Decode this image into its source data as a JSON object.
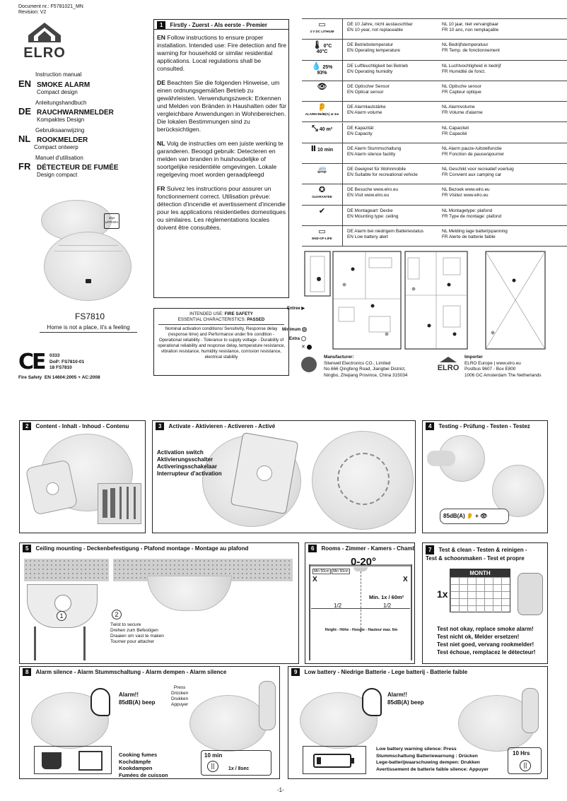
{
  "doc": {
    "docnr": "Document nr.: F5781021_MN",
    "revision": "Revision: V2"
  },
  "brand": "ELRO",
  "langs": [
    {
      "code": "EN",
      "manual": "Instruction manual",
      "name": "SMOKE ALARM",
      "design": "Compact design"
    },
    {
      "code": "DE",
      "manual": "Anleitungshandbuch",
      "name": "RAUCHWARNMELDER",
      "design": "Kompaktes Design"
    },
    {
      "code": "NL",
      "manual": "Gebruiksaanwijzing",
      "name": "ROOKMELDER",
      "design": "Compact ontwerp"
    },
    {
      "code": "FR",
      "manual": "Manuel d'utilisation",
      "name": "DÉTECTEUR DE FUMÉE",
      "design": "Design compact"
    }
  ],
  "product": {
    "model": "FS7810",
    "tagline": "Home is not a place, it's a feeling",
    "battery_badge": "10yr LIPPARA"
  },
  "ce": {
    "mark": "CE",
    "nb": "0333",
    "dop": "DoP: FS7810-01",
    "year_model": "18     FS7810",
    "fire_safety": "Fire Safety",
    "standard": "EN 14604:2005 + AC:2008"
  },
  "sec1": {
    "num": "1",
    "title": "Firstly - Zuerst - Als eerste - Premier",
    "paras": [
      {
        "lang": "EN",
        "text": "Follow instructions to ensure proper installation. Intended use: Fire detection and fire warning for household or similar residential applications. Local regulations shall be consulted."
      },
      {
        "lang": "DE",
        "text": "Beachten Sie die folgenden Hinweise, um einen ordnungsgemäßen Betrieb zu gewährleisten. Verwendungszweck: Erkennen und Melden von Bränden in Haushalten oder für vergleichbare Anwendungen in Wohnbereichen. Die lokalen Bestimmungen sind zu berücksichtigen."
      },
      {
        "lang": "NL",
        "text": "Volg de instructies om een juiste werking te garanderen. Beoogd gebruik: Detecteren en melden van branden in huishoudelijke of soortgelijke residentiële omgevingen. Lokale regelgeving moet worden geraadpleegd"
      },
      {
        "lang": "FR",
        "text": "Suivez les instructions pour assurer un fonctionnement correct. Utilisation prévue: détection d'incendie et avertissement d'incendie pour les applications résidentielles domestiques ou similaires. Les réglementations locales doivent être consultées."
      }
    ]
  },
  "intended": {
    "line1_label": "INTENDED USE: ",
    "line1_value": "FIRE SAFETY",
    "line2_label": "ESSENTIAL CHARACTERISTICS: ",
    "line2_value": "PASSED",
    "body": "Nominal activation conditions/ Sensitivity, Response delay (response time) and Performance under fire condition - Operational reliability - Tolerance to supply voltage - Durability of operational reliability and response delay, temperature resistance, vibration resistance, humidity resistance, corrosion resistance, electrical stability"
  },
  "specs": [
    {
      "icon": "battery-icon",
      "label": "3 V DC LITHIUM",
      "val": "",
      "de": "DE 10 Jahre, nicht austauschbar",
      "en": "EN 10 year, not replaceable",
      "nl": "NL  10 jaar, niet vervangbaar",
      "fr": "FR 10 ans, non remplaçable"
    },
    {
      "icon": "thermometer-icon",
      "label": "",
      "val": "0°C",
      "val2": "40°C",
      "de": "DE Betriebstemperatur",
      "en": "EN Operating temperature",
      "nl": "NL  Bedrijfstemperatuur",
      "fr": "FR Temp. de fonctionnement"
    },
    {
      "icon": "humidity-icon",
      "label": "",
      "val": "25%",
      "val2": "93%",
      "de": "DE Luftfeuchtigkeit bei Betrieb",
      "en": "EN Operating humidity",
      "nl": "NL  Luchtvochtigheid in bedrijf",
      "fr": "FR Humidité de fonct."
    },
    {
      "icon": "eye-icon",
      "label": "",
      "val": "",
      "de": "DE Optischer Sensor",
      "en": "EN Optical sensor",
      "nl": "NL  Optische sensor",
      "fr": "FR Capteur optique"
    },
    {
      "icon": "ear-icon",
      "label": "ALARM 85dB(A) at 3m",
      "val": "",
      "de": "DE Alarmlautstärke",
      "en": "EN Alarm volume",
      "nl": "NL  Alarmvolume",
      "fr": "FR Volume d'alarme"
    },
    {
      "icon": "area-icon",
      "label": "",
      "val": "40 m²",
      "de": "DE Kapazität",
      "en": "EN Capacity",
      "nl": "NL  Capaciteit",
      "fr": "FR Capacité"
    },
    {
      "icon": "pause-icon",
      "label": "",
      "val": "10 min",
      "de": "DE Alarm Stummschaltung",
      "en": "EN Alarm silence facility",
      "nl": "NL  Alarm pauze-/uitstelfunctie",
      "fr": "FR Fonction de pause/ajourner"
    },
    {
      "icon": "camper-icon",
      "label": "",
      "val": "",
      "de": "DE Geeignet für Wohnmobile",
      "en": "EN Suitable for recreational vehicle",
      "nl": "NL  Geschikt voor recreatief voertuig",
      "fr": "FR Convient aux camping car"
    },
    {
      "icon": "guarantee-icon",
      "label": "GUARANTEE",
      "val": "",
      "de": "DE Besuche www.elro.eu",
      "en": "EN Visit www.elro.eu",
      "nl": "NL  Bezoek www.elro.eu",
      "fr": "FR Visitez www.elro.eu"
    },
    {
      "icon": "ceiling-icon",
      "label": "",
      "val": "",
      "de": "DE Montageart: Decke",
      "en": "EN Mounting type: ceiling",
      "nl": "NL  Montagetype: plafond",
      "fr": "FR Type de montage: plafond"
    },
    {
      "icon": "end-of-life-icon",
      "label": "END-OF-LIFE",
      "val": "",
      "de": "DE Alarm bei niedrigem Batteriestatus",
      "en": "EN Low battery alert",
      "nl": "NL  Melding lage batterijspanning",
      "fr": "FR Alerte de batterie faible"
    }
  ],
  "legend": {
    "entree": "Entree",
    "minimum": "Minimum",
    "extra": "Extra"
  },
  "manufacturer": {
    "title": "Manufacturer:",
    "lines": [
      "Siterwell Electronics CO., Limited",
      "No.666 Qingfeng Road, Jiangbei District,",
      "Ningbo, Zhejiang Province, China 315034"
    ]
  },
  "importer": {
    "title": "Importer",
    "lines": [
      "ELRO Europe | www.elro.eu",
      "Postbus 9607 - Box E800",
      "1006 GC Amsterdam The Netherlands"
    ]
  },
  "sec2": {
    "num": "2",
    "title": "Content - Inhalt - Inhoud - Contenu"
  },
  "sec3": {
    "num": "3",
    "title": "Activate - Aktivieren - Activeren - Activé",
    "labels": [
      "Activation switch",
      "Aktivierungsschalter",
      "Activeringsschakelaar",
      "Interrupteur d'activation"
    ]
  },
  "sec4": {
    "num": "4",
    "title": "Testing - Prüfung - Testen - Testez",
    "db": "85dB(A)"
  },
  "sec5": {
    "num": "5",
    "title": "Ceiling mounting - Deckenbefestigung - Plafond montage - Montage au plafond",
    "step1": "1",
    "step2": "2",
    "twist": [
      "Twist to secure",
      "Drehen zum Befestigen",
      "Draaien om vast te maken",
      "Tourner pour attacher"
    ]
  },
  "sec6": {
    "num": "6",
    "title": "Rooms - Zimmer - Kamers - Chambre",
    "min1": "Min 50cm",
    "min2": "Min 50cm",
    "deg": "0-20°",
    "cap": "Min. 1x / 60m²",
    "half1": "1/2",
    "half2": "1/2",
    "x1": "X",
    "x2": "X",
    "height": "Height - Höhe - Hoogte - Hauteur max. 6m"
  },
  "sec7": {
    "num": "7",
    "title1": "Test & clean  -  Testen & reinigen -",
    "title2": "Test & schoonmaken  -  Test et propre",
    "month": "MONTH",
    "once": "1x",
    "fail": [
      "Test not okay, replace smoke alarm!",
      "Test nicht ok, Melder ersetzen!",
      "Test niet goed, vervang rookmelder!",
      "Test échoue, remplacez le détecteur!"
    ]
  },
  "sec8": {
    "num": "8",
    "title": "Alarm silence - Alarm Stummschaltung - Alarm dempen - Alarm silence",
    "alarm1": "Alarm!!",
    "alarm2": "85dB(A) beep",
    "press": [
      "Press",
      "Drücken",
      "Drukken",
      "Appuyer"
    ],
    "time": "10 min",
    "rate": "1x / 8sec",
    "fumes": [
      "Cooking fumes",
      "Kochdämpfe",
      "Kookdampen",
      "Fumées de cuisson"
    ]
  },
  "sec9": {
    "num": "9",
    "title": "Low battery - Niedrige Batterie - Lege batterij - Batterie faible",
    "alarm1": "Alarm!!",
    "alarm2": "85dB(A) beep",
    "time": "10 Hrs",
    "lines": [
      "Low battery warning silence: Press",
      "Stummschaltung Batteriewarnung : Drücken",
      "Lege-batterijwaarschuwing dempen: Drukken",
      "Avertissement de batterie faible silence: Appuyer"
    ]
  },
  "footer": {
    "page": "-1-"
  }
}
